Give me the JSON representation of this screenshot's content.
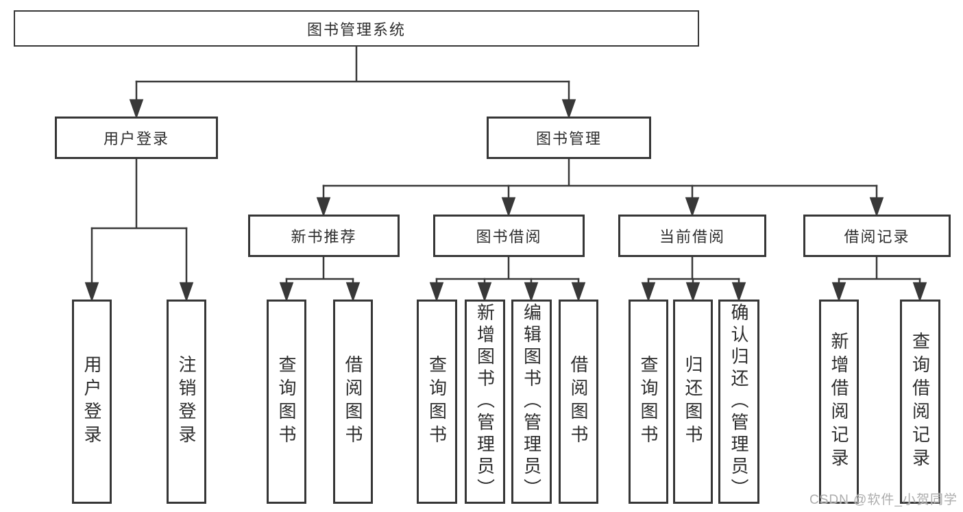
{
  "tree": {
    "root": "图书管理系统",
    "children": [
      {
        "label": "用户登录",
        "children": [
          "用户登录",
          "注销登录"
        ]
      },
      {
        "label": "图书管理",
        "children": [
          {
            "label": "新书推荐",
            "children": [
              "查询图书",
              "借阅图书"
            ]
          },
          {
            "label": "图书借阅",
            "children": [
              "查询图书",
              "新增图书（管理员）",
              "编辑图书（管理员）",
              "借阅图书"
            ]
          },
          {
            "label": "当前借阅",
            "children": [
              "查询图书",
              "归还图书",
              "确认归还（管理员）"
            ]
          },
          {
            "label": "借阅记录",
            "children": [
              "新增借阅记录",
              "查询借阅记录"
            ]
          }
        ]
      }
    ]
  },
  "watermark": "CSDN @软件_小贺同学",
  "colors": {
    "line": "#383838",
    "box_border": "#363636",
    "text": "#2d2d2d",
    "watermark": "#adadad",
    "background": "#ffffff"
  }
}
